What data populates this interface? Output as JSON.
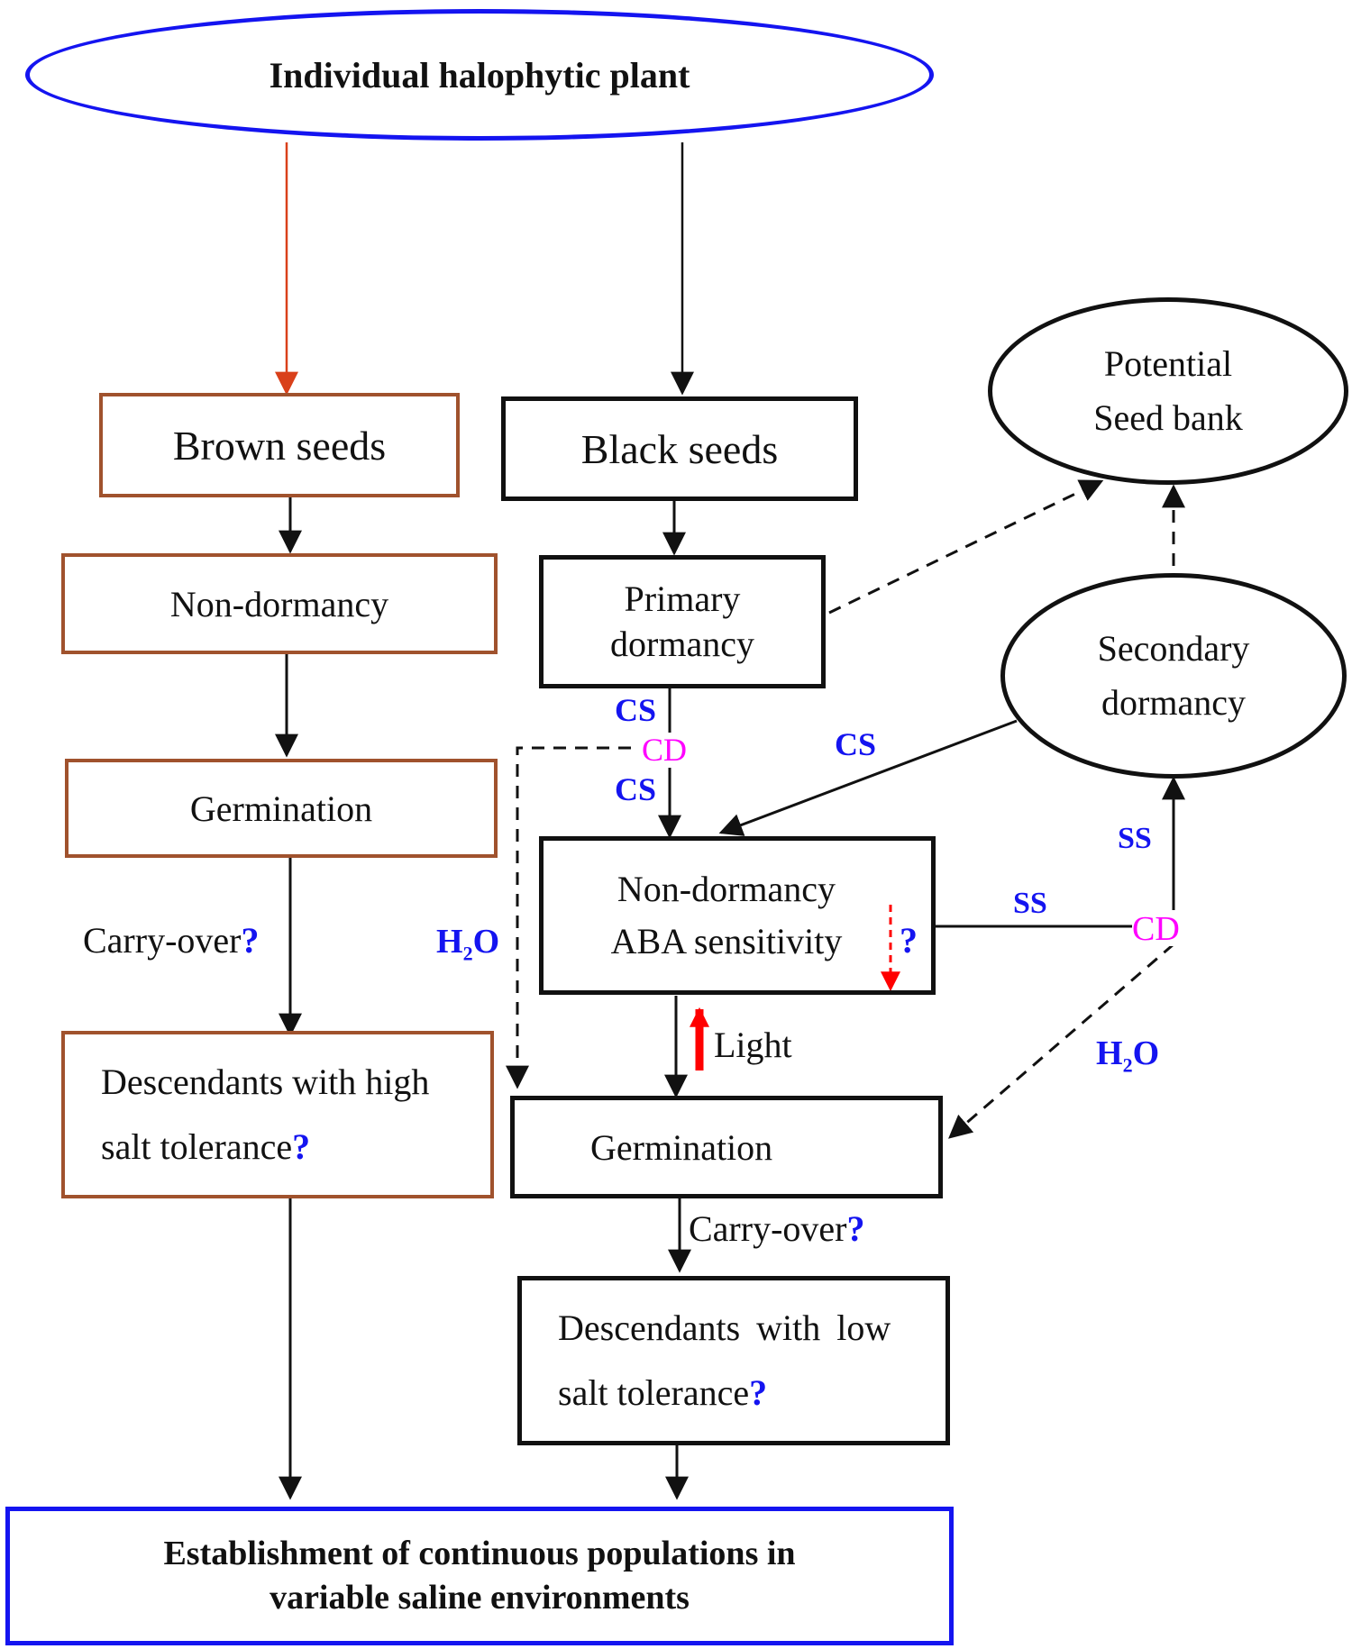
{
  "colors": {
    "brown": "#a0522d",
    "orange_arrow": "#d9401a",
    "black": "#111111",
    "blue": "#1414f0",
    "magenta": "#ff00ff",
    "red": "#ff0000"
  },
  "nodes": {
    "plant": "Individual halophytic plant",
    "brown_seeds": "Brown seeds",
    "black_seeds": "Black seeds",
    "seed_bank_line1": "Potential",
    "seed_bank_line2": "Seed bank",
    "brown_nondormancy": "Non-dormancy",
    "primary_line1": "Primary",
    "primary_line2": "dormancy",
    "secondary_line1": "Secondary",
    "secondary_line2": "dormancy",
    "brown_germination": "Germination",
    "black_nondormancy_line1": "Non-dormancy",
    "black_nondormancy_line2": "ABA sensitivity",
    "high_tol_line1": "Descendants with high",
    "high_tol_line2": "salt tolerance",
    "black_germination": "Germination",
    "low_tol_line1": "Descendants with low",
    "low_tol_line2": "salt tolerance",
    "establishment_line1": "Establishment of continuous populations in",
    "establishment_line2": "variable saline environments"
  },
  "labels": {
    "cs_top": "CS",
    "cd_left": "CD",
    "cs_mid": "CS",
    "cs_right": "CS",
    "ss_vertical": "SS",
    "ss_horizontal": "SS",
    "cd_right": "CD",
    "h2o_left_h": "H",
    "h2o_left_sub": "2",
    "h2o_left_o": "O",
    "h2o_right_h": "H",
    "h2o_right_sub": "2",
    "h2o_right_o": "O",
    "carry_over_left": "Carry-over",
    "carry_over_right": "Carry-over",
    "light": "Light",
    "question_mark": "?"
  }
}
